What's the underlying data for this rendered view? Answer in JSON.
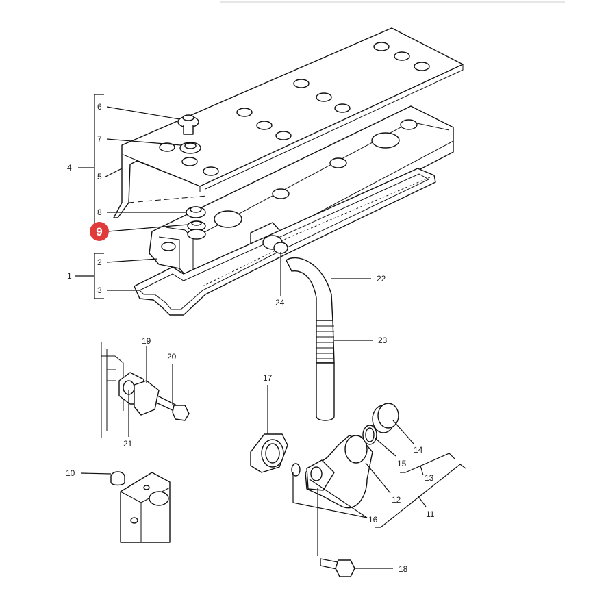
{
  "callouts": {
    "c1": "1",
    "c2": "2",
    "c3": "3",
    "c4": "4",
    "c5": "5",
    "c6": "6",
    "c7": "7",
    "c8": "8",
    "c9": "9",
    "c10": "10",
    "c11": "11",
    "c12": "12",
    "c13": "13",
    "c14": "14",
    "c15": "15",
    "c16": "16",
    "c17": "17",
    "c18": "18",
    "c19": "19",
    "c20": "20",
    "c21": "21",
    "c22": "22",
    "c23": "23",
    "c24": "24"
  },
  "highlight": {
    "color": "#e03a3a",
    "label_color": "#ffffff"
  }
}
